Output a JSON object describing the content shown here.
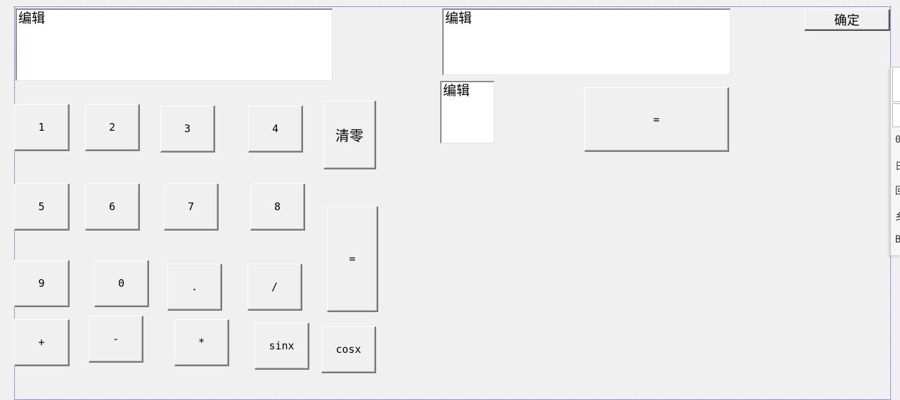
{
  "edits": {
    "top_left": "编辑",
    "top_right": "编辑",
    "small": "编辑"
  },
  "buttons": {
    "ok": "确定",
    "equals_top": "=",
    "n1": "1",
    "n2": "2",
    "n3": "3",
    "n4": "4",
    "clear": "清零",
    "n5": "5",
    "n6": "6",
    "n7": "7",
    "n8": "8",
    "equals": "=",
    "n9": "9",
    "n0": "0",
    "dot": ".",
    "divide": "/",
    "plus": "+",
    "minus": "-",
    "multiply": "*",
    "sinx": "sinx",
    "cosx": "cosx"
  },
  "side_panel": {
    "glyphs": [
      "0",
      "日",
      "回",
      "乡",
      "B"
    ]
  }
}
